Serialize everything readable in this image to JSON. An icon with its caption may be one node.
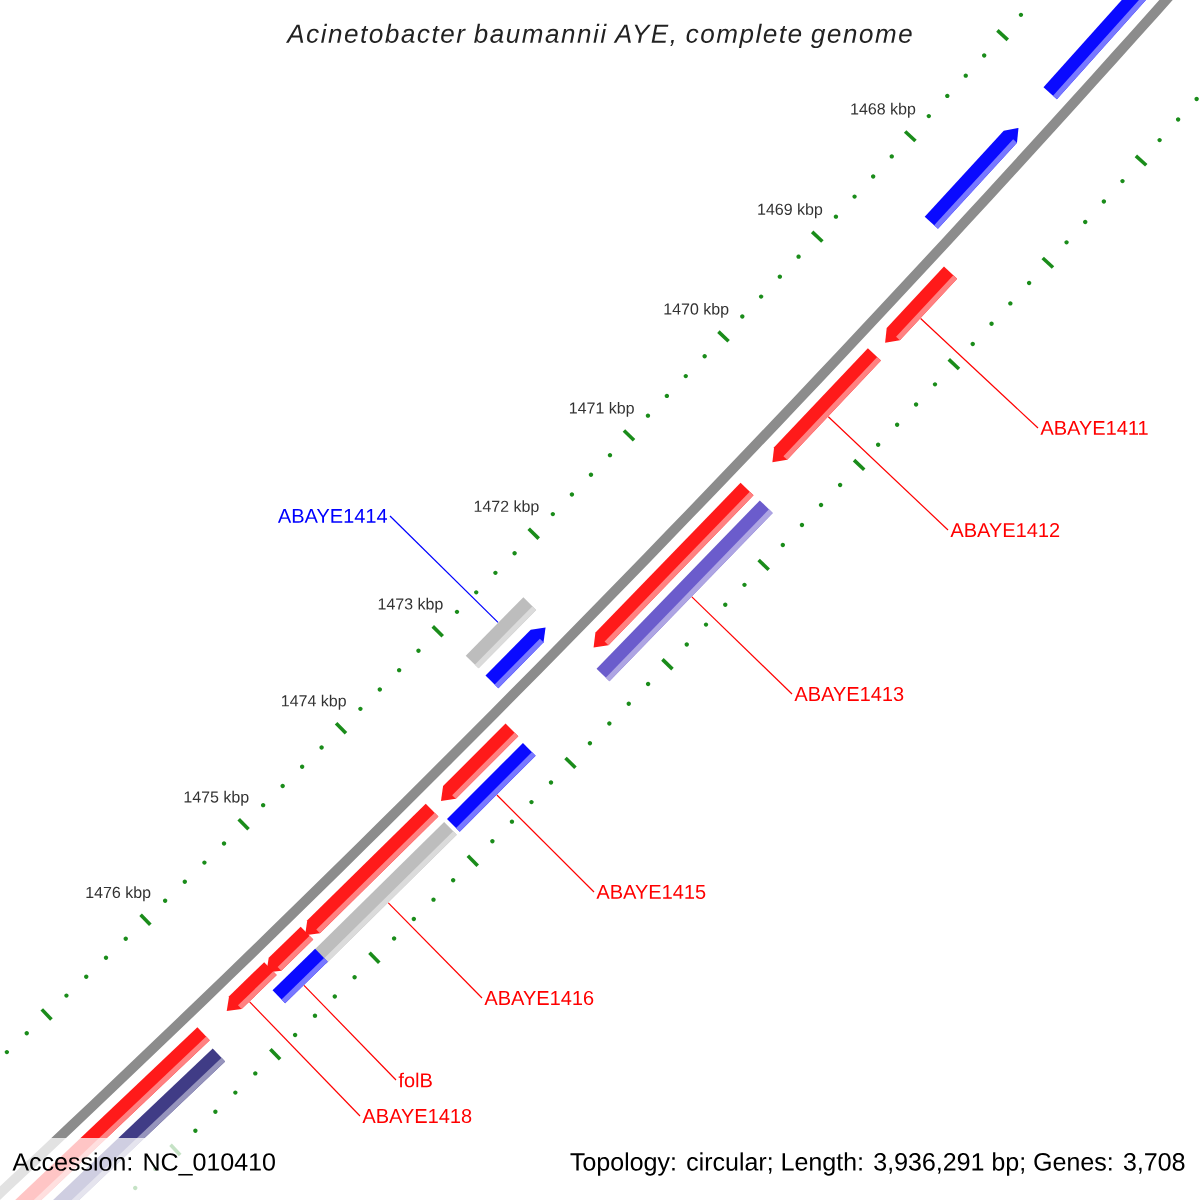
{
  "diagram": {
    "title": "Acinetobacter baumannii AYE, complete genome",
    "nodes": [
      {
        "text": [],
        "shape": "bar"
      },
      {
        "text": [],
        "shape": "pentagon"
      },
      {
        "text": [],
        "shape": "bar"
      },
      {
        "text": [],
        "shape": "pentagon"
      },
      {
        "text": [],
        "shape": "pentagon"
      },
      {
        "text": [],
        "shape": "pentagon"
      },
      {
        "text": [],
        "shape": "pentagon"
      },
      {
        "text": [],
        "shape": "bar"
      },
      {
        "text": [],
        "shape": "pentagon"
      },
      {
        "text": [],
        "shape": "bar"
      },
      {
        "text": [],
        "shape": "pentagon"
      },
      {
        "text": [],
        "shape": "bar"
      },
      {
        "text": [],
        "shape": "pentagon"
      },
      {
        "text": [],
        "shape": "pentagon"
      },
      {
        "text": [],
        "shape": "bar"
      },
      {
        "text": [],
        "shape": "bar"
      },
      {
        "text": [],
        "shape": "bar"
      },
      {
        "text": [
          "ABAYE1411"
        ]
      },
      {
        "text": [
          "ABAYE1412"
        ]
      },
      {
        "text": [
          "ABAYE1413"
        ]
      },
      {
        "text": [
          "ABAYE1414"
        ]
      },
      {
        "text": [
          "ABAYE1415"
        ]
      },
      {
        "text": [
          "ABAYE1416"
        ]
      },
      {
        "text": [
          "folB"
        ]
      },
      {
        "text": [
          "ABAYE1418"
        ]
      }
    ],
    "edges": [
      {
        "from": 17,
        "to": 4,
        "arrow": "none"
      },
      {
        "from": 18,
        "to": 5,
        "arrow": "none"
      },
      {
        "from": 19,
        "to": 7,
        "arrow": "none"
      },
      {
        "from": 20,
        "to": 2,
        "arrow": "none",
        "color": "#0000ff"
      },
      {
        "from": 21,
        "to": 9,
        "arrow": "none"
      },
      {
        "from": 22,
        "to": 11,
        "arrow": "none"
      },
      {
        "from": 23,
        "to": 14,
        "arrow": "none"
      },
      {
        "from": 24,
        "to": 13,
        "arrow": "none"
      }
    ],
    "labels": [
      "1468 kbp",
      "1469 kbp",
      "1470 kbp",
      "1471 kbp",
      "1472 kbp",
      "1473 kbp",
      "1474 kbp",
      "1475 kbp",
      "1476 kbp",
      "Accession: NC_010410",
      "Topology: circular; Length: 3,936,291 bp; Genes: 3,708"
    ]
  }
}
